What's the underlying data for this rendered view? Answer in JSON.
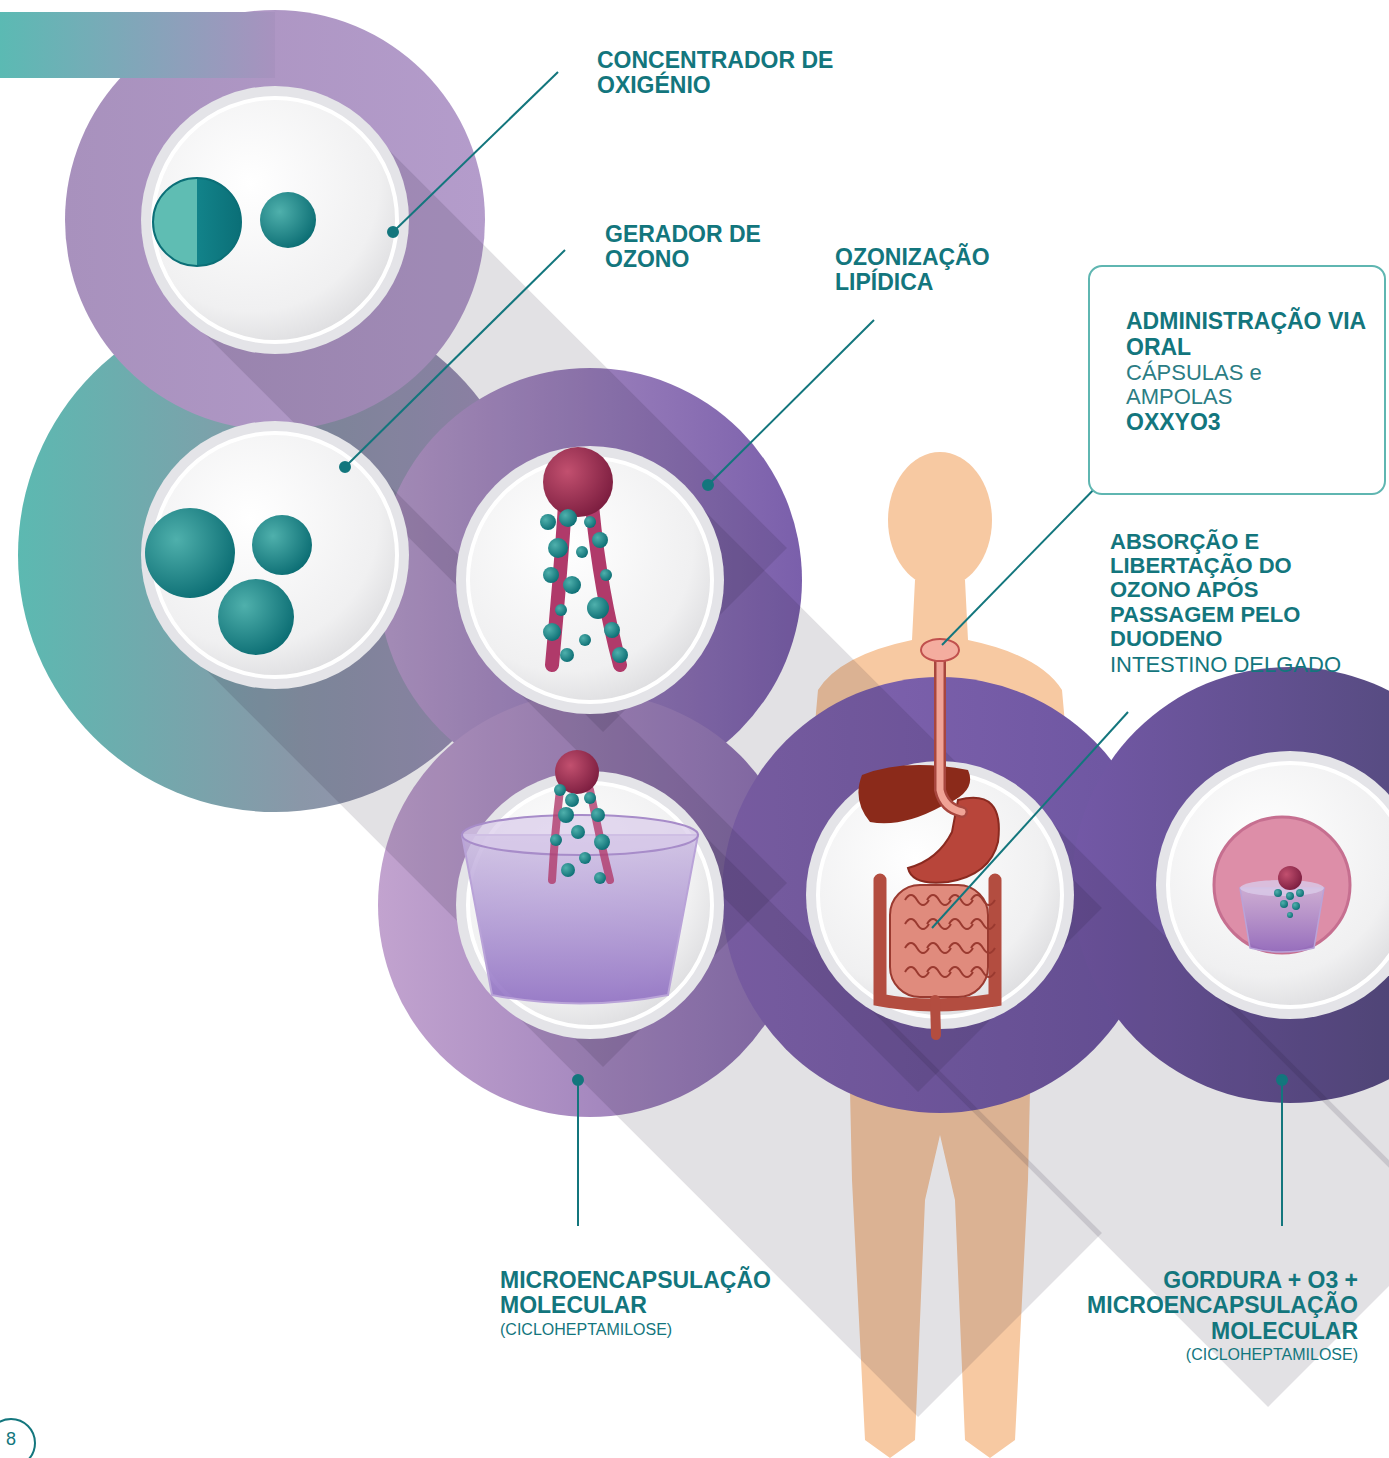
{
  "diagram": {
    "nodes": [
      {
        "text": [
          "ADMINISTRAÇÃO VIA ORAL",
          "CÁPSULAS e AMPOLAS",
          "OXXYO3"
        ]
      },
      {
        "text": [
          "8"
        ]
      }
    ],
    "labels": [
      "CONCENTRADOR DE OXIGÉNIO",
      "GERADOR DE OZONO",
      "OZONIZAÇÃO LIPÍDICA",
      "ABSORÇÃO E LIBERTAÇÃO DO OZONO APÓS PASSAGEM PELO DUODENO",
      "INTESTINO DELGADO",
      "MICROENCAPSULAÇÃO MOLECULAR",
      "(CICLOHEPTAMILOSE)",
      "GORDURA + O3 + MICROENCAPSULAÇÃO MOLECULAR",
      "(CICLOHEPTAMILOSE)"
    ]
  }
}
